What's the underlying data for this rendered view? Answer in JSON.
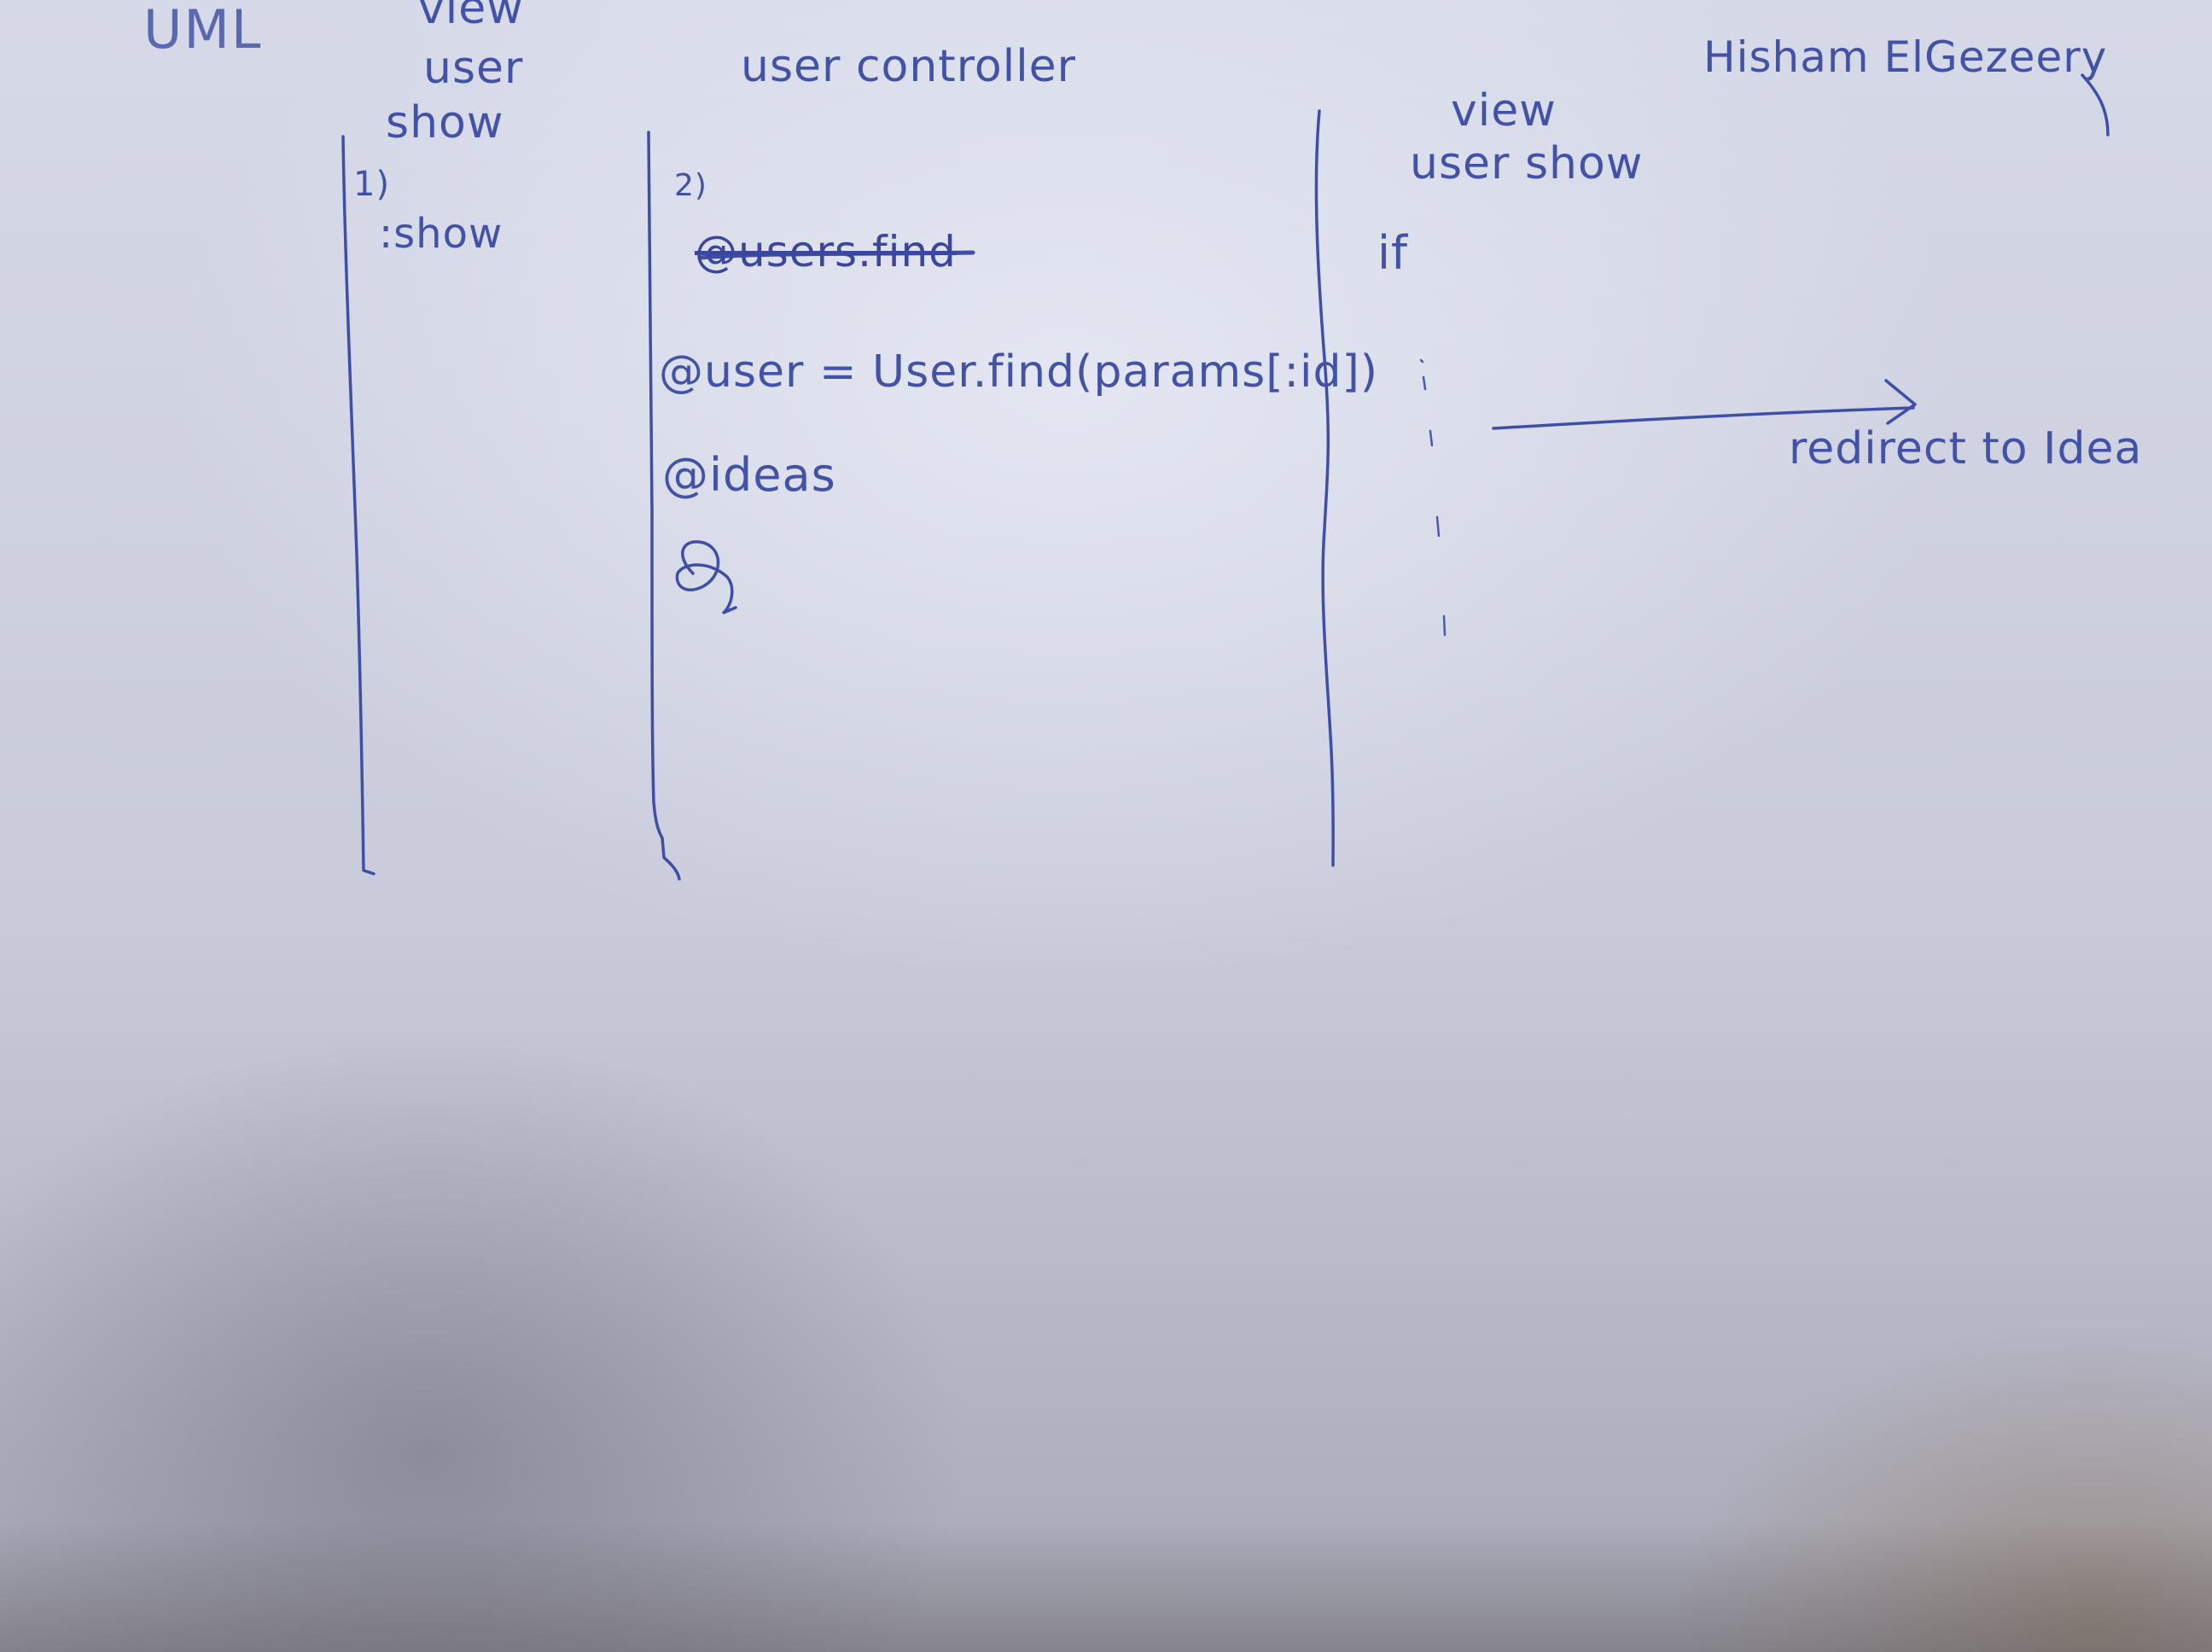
{
  "diagram": {
    "corner_title": "UML",
    "author": "Hisham ElGezeery",
    "lifelines": [
      {
        "id": "view-user-show-left",
        "header_lines": [
          "view",
          "user",
          "show"
        ]
      },
      {
        "id": "user-controller",
        "header_lines": [
          "user controller"
        ]
      },
      {
        "id": "view-user-show-right",
        "header_lines": [
          "view",
          "user show"
        ]
      }
    ],
    "left_lifeline": {
      "step_number": "1)",
      "action": ":show"
    },
    "controller": {
      "step_number": "2)",
      "struck_line": "@users.find",
      "lines": [
        "@user = User.find(params[:id])",
        "@ideas",
        "@"
      ]
    },
    "right_lifeline": {
      "condition": "if",
      "arrow_label": "redirect to Idea"
    }
  }
}
